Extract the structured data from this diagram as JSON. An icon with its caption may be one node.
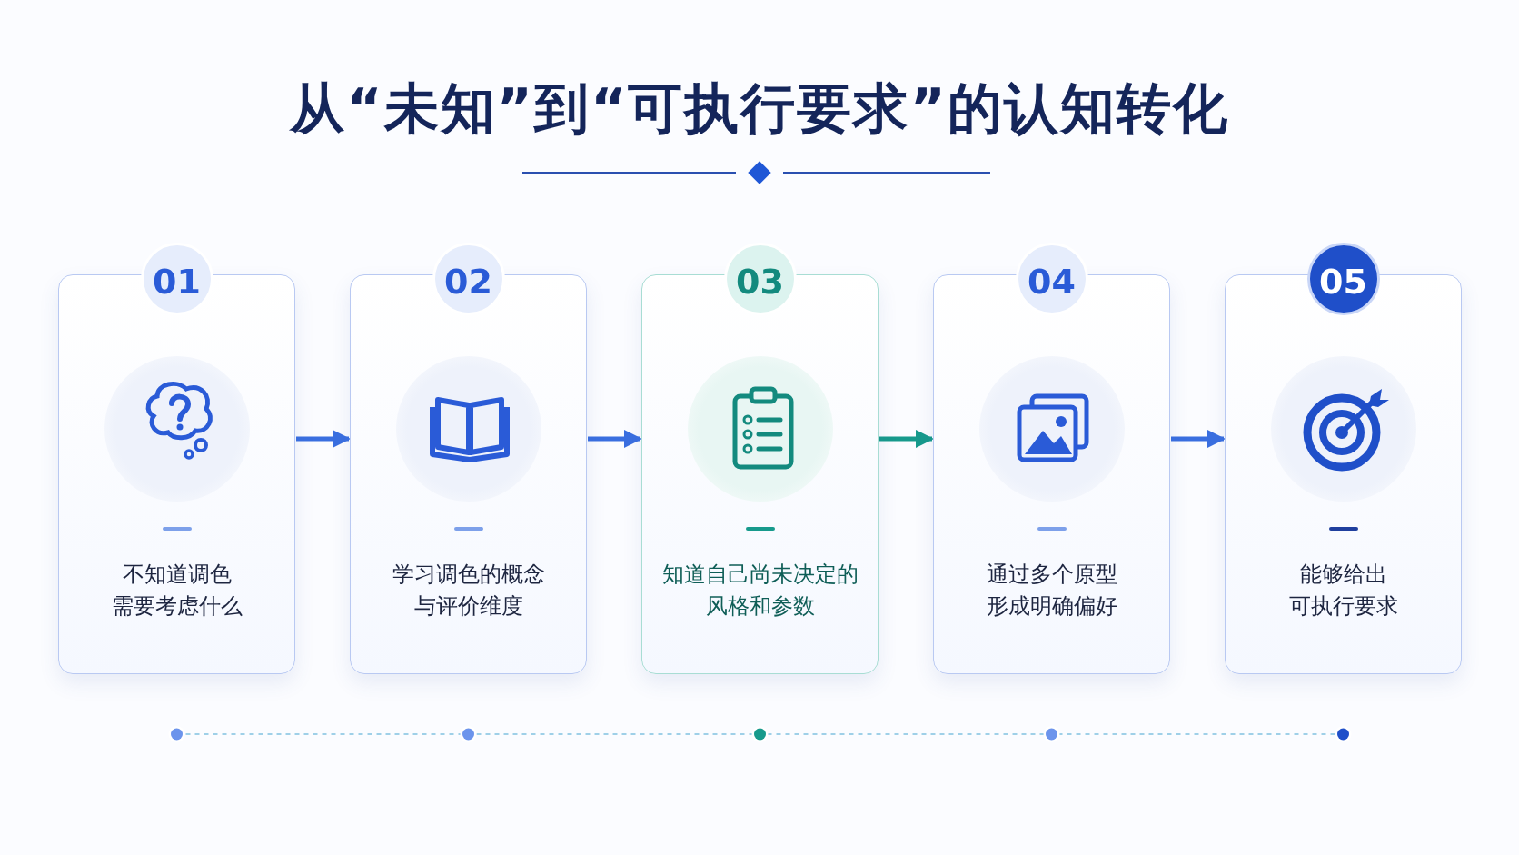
{
  "diagram": {
    "title": "从“未知”到“可执行要求”的认知转化",
    "nodes": [
      {
        "text": [
          "01",
          "不知道调色需要考虑什么"
        ]
      },
      {
        "text": [
          "02",
          "学习调色的概念与评价维度"
        ]
      },
      {
        "text": [
          "03",
          "知道自己尚未决定的风格和参数"
        ]
      },
      {
        "text": [
          "04",
          "通过多个原型形成明确偏好"
        ]
      },
      {
        "text": [
          "05",
          "能够给出可执行要求"
        ]
      }
    ],
    "edges": [
      {
        "from": 0,
        "to": 1,
        "arrow": "to"
      },
      {
        "from": 1,
        "to": 2,
        "arrow": "to"
      },
      {
        "from": 2,
        "to": 3,
        "arrow": "to",
        "color": "#179a8c"
      },
      {
        "from": 3,
        "to": 4,
        "arrow": "to"
      }
    ]
  }
}
